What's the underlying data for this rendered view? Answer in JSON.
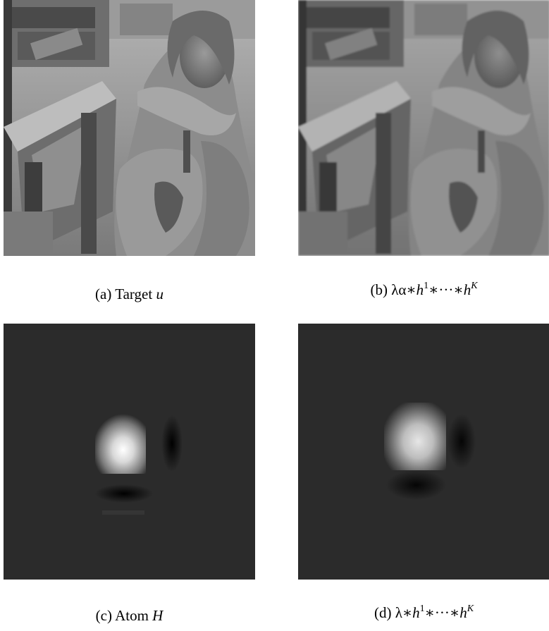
{
  "figures": [
    {
      "id": "a",
      "caption": {
        "prefix": "(a) Target ",
        "var": "u"
      },
      "image": "photo-woman-scarf-table"
    },
    {
      "id": "b",
      "caption": {
        "prefix": "(b) λα∗",
        "h": "h",
        "sup1": "1",
        "mid": "∗···∗",
        "hK": "h",
        "supK": "K"
      },
      "image": "photo-woman-scarf-table-reconstruction"
    },
    {
      "id": "c",
      "caption": {
        "prefix": "(c) Atom ",
        "var": "H"
      },
      "image": "atom-kernel"
    },
    {
      "id": "d",
      "caption": {
        "prefix": "(d) λ∗",
        "h": "h",
        "sup1": "1",
        "mid": "∗···∗",
        "hK": "h",
        "supK": "K"
      },
      "image": "atom-kernel-approximation"
    }
  ],
  "colors": {
    "kernel_background": "#2b2b2b",
    "photo_mid_gray": "#8c8c8c"
  }
}
